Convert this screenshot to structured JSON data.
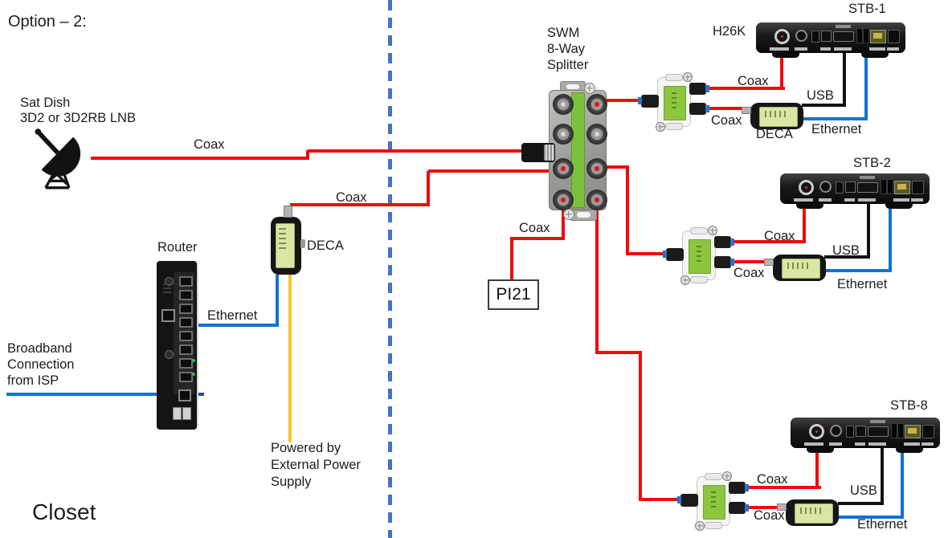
{
  "colors": {
    "coax": "#f00a0a",
    "ethernet": "#0d74d1",
    "usb": "#111111",
    "power": "#fcc32a",
    "divider": "#4472c4"
  },
  "title": "Option – 2:",
  "closet": {
    "zone_label": "Closet",
    "sat_dish": {
      "line1": "Sat Dish",
      "line2": "3D2 or 3D2RB LNB",
      "coax_label": "Coax"
    },
    "router": {
      "label": "Router"
    },
    "broadband": {
      "line1": "Broadband",
      "line2": "Connection",
      "line3": "from ISP"
    },
    "ethernet_label": "Ethernet",
    "deca": {
      "label": "DECA",
      "coax_label": "Coax"
    },
    "power_note": {
      "line1": "Powered by",
      "line2": "External Power",
      "line3": "Supply"
    }
  },
  "splitter": {
    "line1": "SWM",
    "line2": "8-Way",
    "line3": "Splitter"
  },
  "pi21": {
    "label": "PI21",
    "coax_label": "Coax"
  },
  "clusters": {
    "stb1": {
      "title": "STB-1",
      "module": "H26K",
      "coax_top": "Coax",
      "coax_bottom": "Coax",
      "deca": "DECA",
      "usb": "USB",
      "ethernet": "Ethernet"
    },
    "stb2": {
      "title": "STB-2",
      "coax_top": "Coax",
      "coax_bottom": "Coax",
      "usb": "USB",
      "ethernet": "Ethernet"
    },
    "stb8": {
      "title": "STB-8",
      "coax_top": "Coax",
      "coax_bottom": "Coax",
      "usb": "USB",
      "ethernet": "Ethernet"
    }
  }
}
